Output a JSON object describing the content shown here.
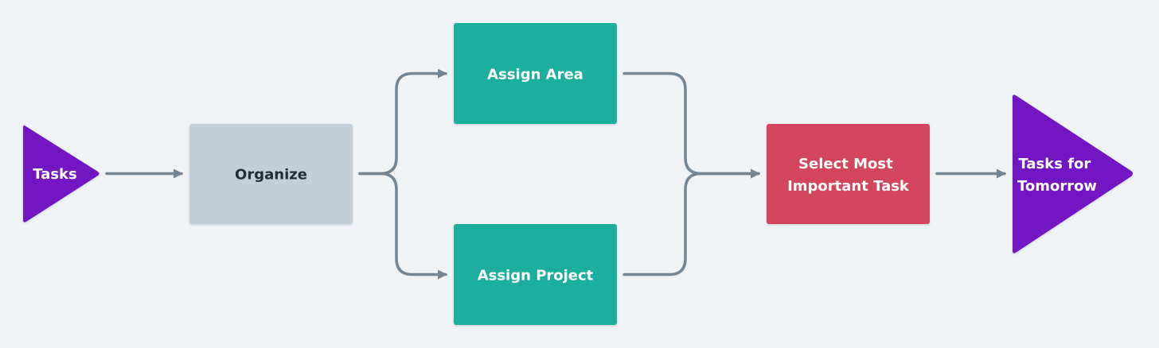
{
  "diagram": {
    "background": "#eff3f6",
    "connector_color": "#748594",
    "nodes": {
      "tasks": {
        "label": "Tasks",
        "shape": "triangle",
        "color": "#7213c4",
        "text_color": "#ffffff"
      },
      "organize": {
        "label": "Organize",
        "shape": "rectangle",
        "color": "#c2cfd8",
        "text_color": "#1f2d3a"
      },
      "assign_area": {
        "label": "Assign Area",
        "shape": "rectangle",
        "color": "#1aae9f",
        "text_color": "#ffffff"
      },
      "assign_project": {
        "label": "Assign Project",
        "shape": "rectangle",
        "color": "#1aae9f",
        "text_color": "#ffffff"
      },
      "select_task": {
        "label_lines": [
          "Select Most",
          "Important Task"
        ],
        "shape": "rectangle",
        "color": "#d3455b",
        "text_color": "#ffffff"
      },
      "tomorrow": {
        "label_lines": [
          "Tasks for",
          "Tomorrow"
        ],
        "shape": "triangle",
        "color": "#7213c4",
        "text_color": "#ffffff"
      }
    },
    "edges": [
      {
        "from": "tasks",
        "to": "organize"
      },
      {
        "from": "organize",
        "to": "assign_area"
      },
      {
        "from": "organize",
        "to": "assign_project"
      },
      {
        "from": "assign_area",
        "to": "select_task"
      },
      {
        "from": "assign_project",
        "to": "select_task"
      },
      {
        "from": "select_task",
        "to": "tomorrow"
      }
    ]
  }
}
